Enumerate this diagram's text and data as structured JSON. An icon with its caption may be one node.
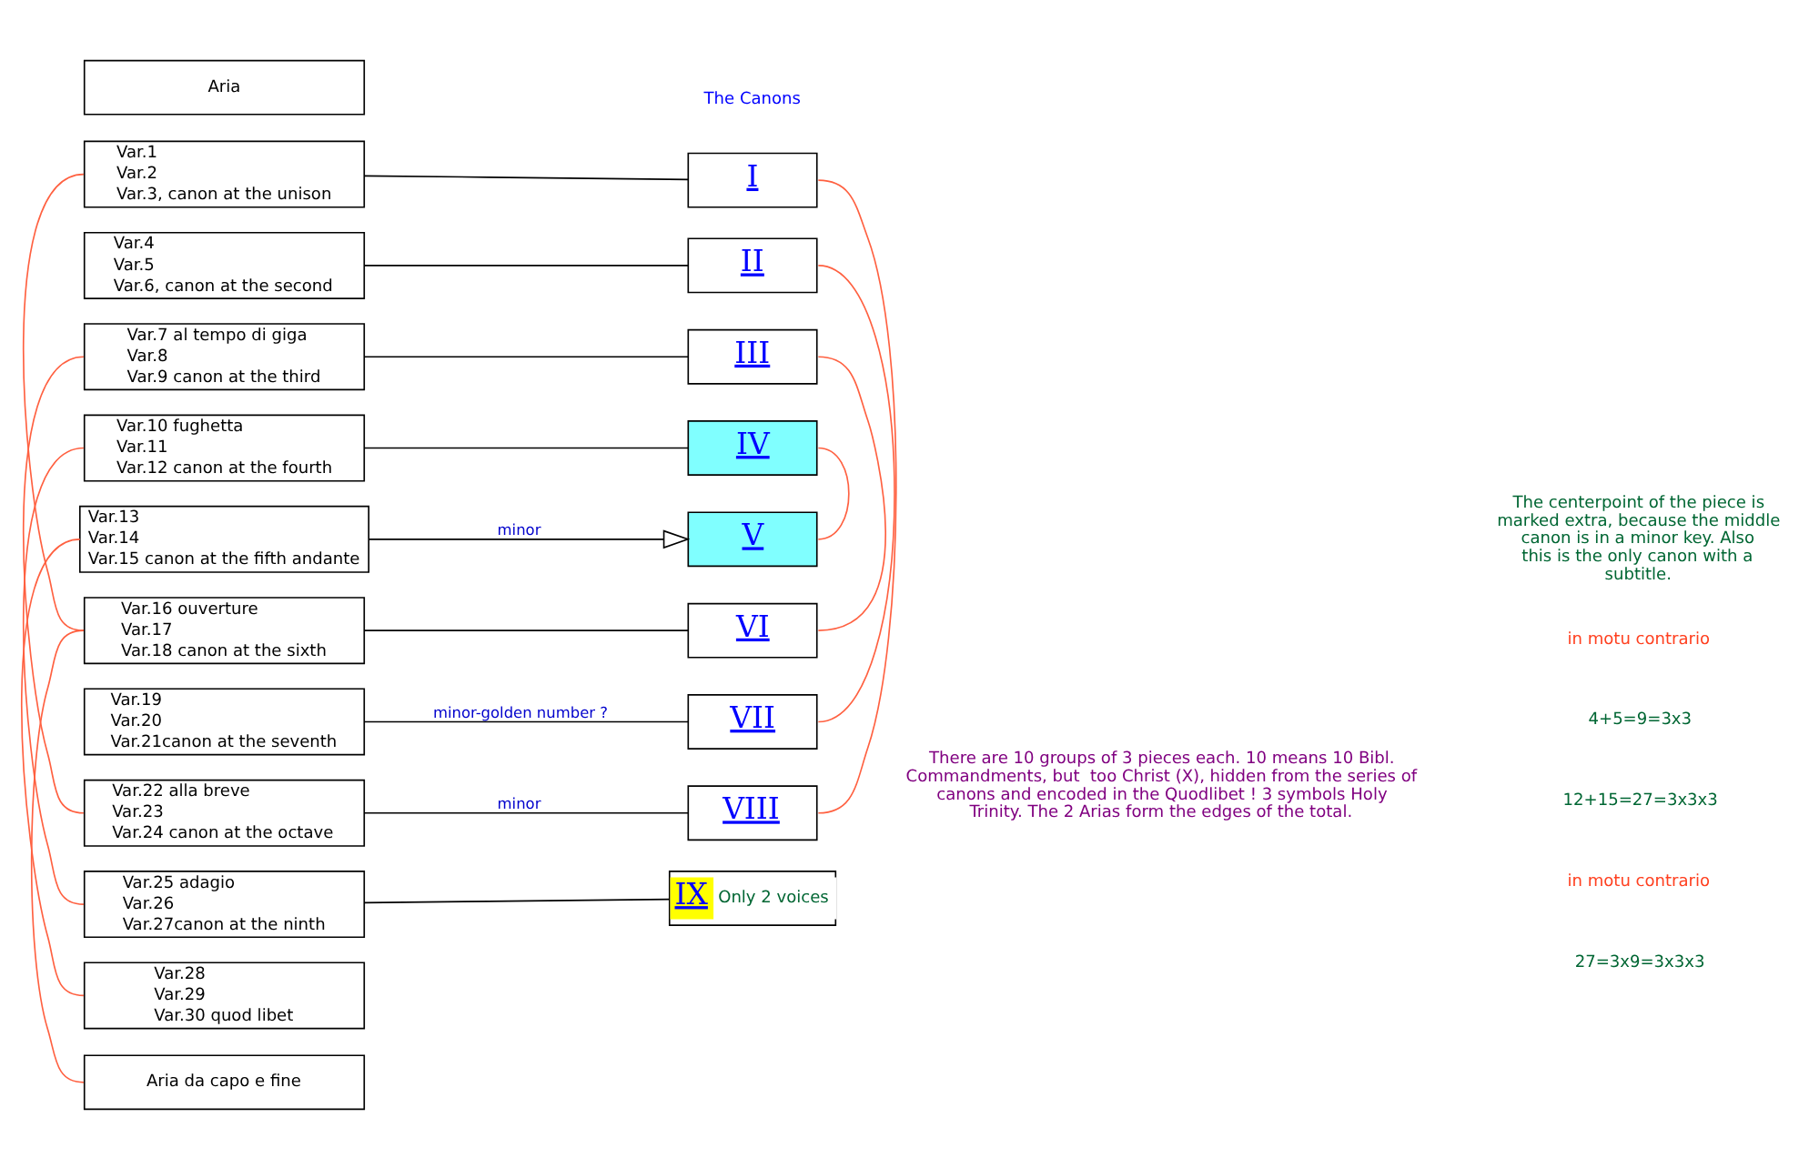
{
  "diagram": {
    "nodes": [
      {
        "text": [
          "Aria"
        ]
      },
      {
        "text": [
          "Var.1",
          "Var.2",
          "Var.3, canon at the unison"
        ]
      },
      {
        "text": [
          "Var.4",
          "Var.5",
          "Var.6, canon at the second"
        ]
      },
      {
        "text": [
          "Var.7 al tempo di giga",
          "Var.8",
          "Var.9 canon at the third"
        ]
      },
      {
        "text": [
          "Var.10 fughetta",
          "Var.11",
          "Var.12 canon at the fourth"
        ]
      },
      {
        "text": [
          "Var.13",
          "Var.14",
          "Var.15 canon at the fifth andante"
        ]
      },
      {
        "text": [
          "Var.16 ouverture",
          "Var.17",
          "Var.18 canon at the sixth"
        ]
      },
      {
        "text": [
          "Var.19",
          "Var.20",
          "Var.21canon at the seventh"
        ]
      },
      {
        "text": [
          "Var.22 alla breve",
          "Var.23",
          "Var.24 canon at the octave"
        ]
      },
      {
        "text": [
          "Var.25 adagio",
          "Var.26",
          "Var.27canon at the ninth"
        ]
      },
      {
        "text": [
          "Var.28",
          "Var.29",
          "Var.30 quod libet"
        ]
      },
      {
        "text": [
          "Aria da capo e fine"
        ]
      },
      {
        "text": [
          "I"
        ]
      },
      {
        "text": [
          "II"
        ]
      },
      {
        "text": [
          "III"
        ]
      },
      {
        "text": [
          "IV"
        ]
      },
      {
        "text": [
          "V"
        ]
      },
      {
        "text": [
          "VI"
        ]
      },
      {
        "text": [
          "VII"
        ]
      },
      {
        "text": [
          "VIII"
        ]
      },
      {
        "text": [
          "IX",
          "Only 2 voices"
        ]
      }
    ],
    "edges": [
      {
        "from": 1,
        "to": 12,
        "arrow": "none"
      },
      {
        "from": 2,
        "to": 13,
        "arrow": "none"
      },
      {
        "from": 3,
        "to": 14,
        "arrow": "none"
      },
      {
        "from": 4,
        "to": 15,
        "arrow": "none"
      },
      {
        "from": 5,
        "to": 16,
        "arrow": "to",
        "label": "minor"
      },
      {
        "from": 6,
        "to": 17,
        "arrow": "none"
      },
      {
        "from": 7,
        "to": 18,
        "arrow": "none",
        "label": "minor-golden number ?"
      },
      {
        "from": 8,
        "to": 19,
        "arrow": "none",
        "label": "minor"
      },
      {
        "from": 9,
        "to": 20,
        "arrow": "none"
      },
      {
        "from": 1,
        "to": 6,
        "arrow": "none",
        "color": "#ff6040"
      },
      {
        "from": 6,
        "to": 11,
        "arrow": "none",
        "color": "#ff6040"
      },
      {
        "from": 3,
        "to": 8,
        "arrow": "none",
        "color": "#ff6040"
      },
      {
        "from": 4,
        "to": 9,
        "arrow": "none",
        "color": "#ff6040"
      },
      {
        "from": 5,
        "to": 10,
        "arrow": "none",
        "color": "#ff6040"
      },
      {
        "from": 12,
        "to": 19,
        "arrow": "none",
        "color": "#ff6040"
      },
      {
        "from": 13,
        "to": 18,
        "arrow": "none",
        "color": "#ff6040"
      },
      {
        "from": 14,
        "to": 17,
        "arrow": "none",
        "color": "#ff6040"
      },
      {
        "from": 15,
        "to": 16,
        "arrow": "none",
        "color": "#ff6040"
      }
    ],
    "labels": [
      "The Canons",
      "The centerpoint of the piece is marked extra, because the middle canon is in a minor key. Also this is the only canon with a subtitle.",
      "in motu contrario",
      "4+5=9=3x3",
      "12+15=27=3x3x3",
      "in motu contrario",
      "27=3x9=3x3x3",
      "There are 10 groups of 3 pieces each. 10 means 10 Bibl. Commandments, but  too Christ (X), hidden from the series of canons and encoded in the Quodlibet ! 3 symbols Holy Trinity. The 2 Arias form the edges of the total."
    ]
  }
}
